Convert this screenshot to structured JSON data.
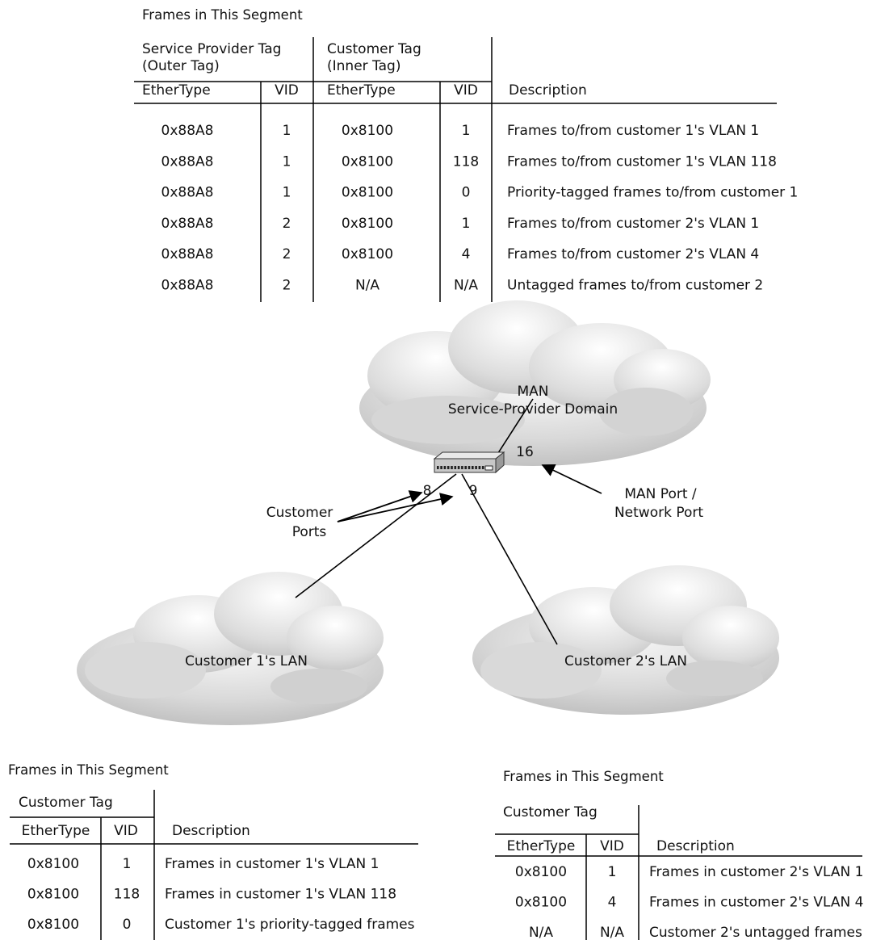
{
  "top_table": {
    "title": "Frames in This Segment",
    "sp_tag_header": [
      "Service Provider Tag",
      "(Outer Tag)"
    ],
    "cust_tag_header": [
      "Customer Tag",
      "(Inner Tag)"
    ],
    "columns": [
      "EtherType",
      "VID",
      "EtherType",
      "VID",
      "Description"
    ],
    "rows": [
      [
        "0x88A8",
        "1",
        "0x8100",
        "1",
        "Frames to/from customer 1's VLAN 1"
      ],
      [
        "0x88A8",
        "1",
        "0x8100",
        "118",
        "Frames to/from customer 1's VLAN 118"
      ],
      [
        "0x88A8",
        "1",
        "0x8100",
        "0",
        "Priority-tagged frames to/from customer 1"
      ],
      [
        "0x88A8",
        "2",
        "0x8100",
        "1",
        "Frames to/from customer 2's VLAN 1"
      ],
      [
        "0x88A8",
        "2",
        "0x8100",
        "4",
        "Frames to/from customer 2's VLAN 4"
      ],
      [
        "0x88A8",
        "2",
        "N/A",
        "N/A",
        "Untagged frames to/from customer 2"
      ]
    ]
  },
  "network": {
    "man_cloud": [
      "MAN",
      "Service-Provider Domain"
    ],
    "port_16": "16",
    "port_8": "8",
    "port_9": "9",
    "customer_ports_label": [
      "Customer",
      "Ports"
    ],
    "man_port_label": [
      "MAN Port /",
      "Network Port"
    ],
    "customer1_cloud": "Customer 1's LAN",
    "customer2_cloud": "Customer 2's LAN"
  },
  "left_table": {
    "title": "Frames in This Segment",
    "cust_tag_header": "Customer Tag",
    "columns": [
      "EtherType",
      "VID",
      "Description"
    ],
    "rows": [
      [
        "0x8100",
        "1",
        "Frames in customer 1's VLAN 1"
      ],
      [
        "0x8100",
        "118",
        "Frames in customer 1's VLAN 118"
      ],
      [
        "0x8100",
        "0",
        "Customer 1's priority-tagged frames"
      ]
    ]
  },
  "right_table": {
    "title": "Frames in This Segment",
    "cust_tag_header": "Customer Tag",
    "columns": [
      "EtherType",
      "VID",
      "Description"
    ],
    "rows": [
      [
        "0x8100",
        "1",
        "Frames in customer 2's VLAN 1"
      ],
      [
        "0x8100",
        "4",
        "Frames in customer 2's VLAN 4"
      ],
      [
        "N/A",
        "N/A",
        "Customer 2's untagged frames"
      ]
    ]
  }
}
